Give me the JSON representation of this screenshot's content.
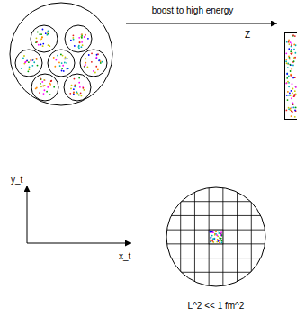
{
  "diagram": {
    "labels": [
      "boost to high energy",
      "Z",
      "y_t",
      "x_t",
      "L^2 << 1 fm^2"
    ]
  }
}
